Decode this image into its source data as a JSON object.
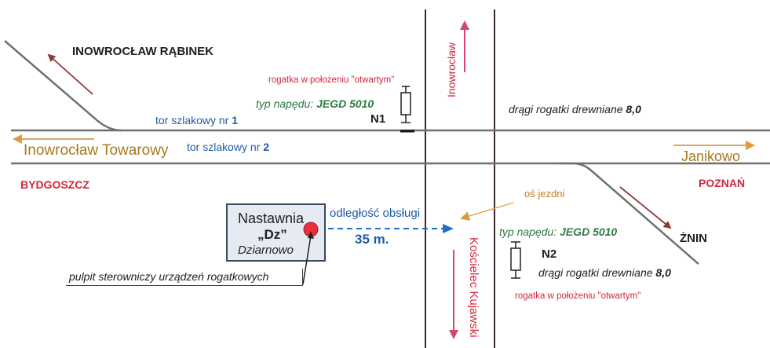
{
  "places": {
    "rabinek": "INOWROCŁAW RĄBINEK",
    "towarowy": "Inowrocław Towarowy",
    "janikowo": "Janikowo",
    "bydgoszcz": "BYDGOSZCZ",
    "poznan": "POZNAŃ",
    "znin": "ŻNIN",
    "inowroclaw_road": "Inowrocław",
    "koscielec_road": "Kościelec Kujawski"
  },
  "tracks": {
    "tor1_label": "tor szlakowy nr",
    "tor1_num": "1",
    "tor2_label": "tor szlakowy nr",
    "tor2_num": "2"
  },
  "barrier_n1": {
    "position_note": "rogatka w położeniu \"otwartym\"",
    "drive_label": "typ napędu:",
    "drive_value": "JEGD 5010",
    "id": "N1",
    "arms_note": "drągi rogatki drewniane",
    "arms_value": "8,0"
  },
  "barrier_n2": {
    "position_note": "rogatka w położeniu \"otwartym\"",
    "drive_label": "typ napędu:",
    "drive_value": "JEGD 5010",
    "id": "N2",
    "arms_note": "drągi rogatki drewniane",
    "arms_value": "8,0"
  },
  "signal_box": {
    "name": "Nastawnia",
    "code": "„Dz”",
    "location": "Dziarnowo",
    "distance_label": "odległość obsługi",
    "distance_value": "35 m.",
    "panel_note": "pulpit sterowniczy urządzeń rogatkowych"
  },
  "road_axis_note": "oś jezdni",
  "colors": {
    "track": "#6e6e6e",
    "road_line": "#4a3a3a",
    "arrow_red": "#c8395a",
    "arrow_brown": "#8a4a3a",
    "blue": "#1f5aa8",
    "orange": "#e08a3a"
  }
}
